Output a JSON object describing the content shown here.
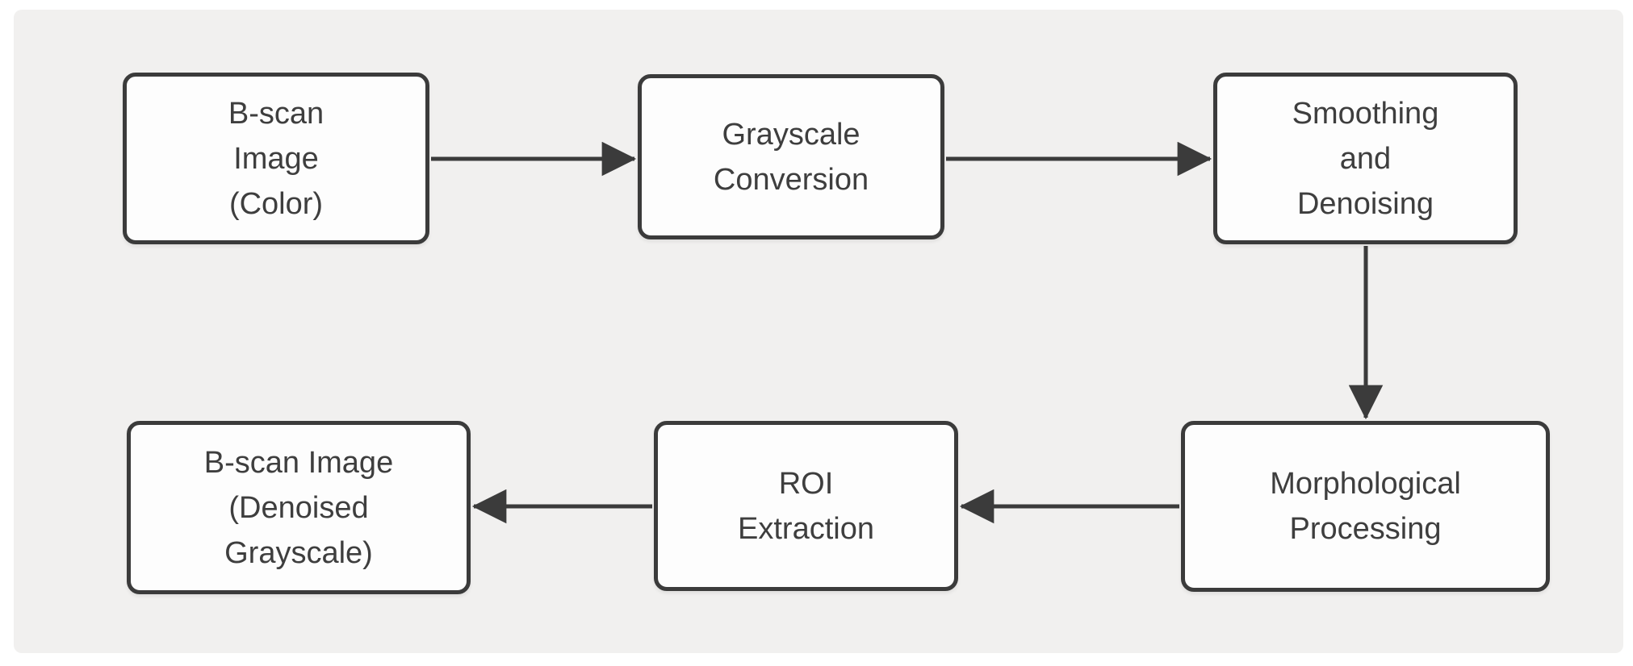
{
  "page": {
    "background": "#ffffff"
  },
  "canvas": {
    "background": "#f1f0ef"
  },
  "style": {
    "node_fill": "#fdfdfd",
    "node_border": "#3b3b3b",
    "text_color": "#3e3e3e",
    "arrow_color": "#3b3b3b"
  },
  "flowchart": {
    "nodes": [
      {
        "id": "bscan-color",
        "label": "B-scan\nImage\n(Color)"
      },
      {
        "id": "grayscale-conversion",
        "label": "Grayscale\nConversion"
      },
      {
        "id": "smoothing-denoising",
        "label": "Smoothing\nand\nDenoising"
      },
      {
        "id": "morphological-processing",
        "label": "Morphological\nProcessing"
      },
      {
        "id": "roi-extraction",
        "label": "ROI\nExtraction"
      },
      {
        "id": "bscan-denoised-grayscale",
        "label": "B-scan Image\n(Denoised\nGrayscale)"
      }
    ],
    "edges": [
      {
        "from": "bscan-color",
        "to": "grayscale-conversion",
        "direction": "right"
      },
      {
        "from": "grayscale-conversion",
        "to": "smoothing-denoising",
        "direction": "right"
      },
      {
        "from": "smoothing-denoising",
        "to": "morphological-processing",
        "direction": "down"
      },
      {
        "from": "morphological-processing",
        "to": "roi-extraction",
        "direction": "left"
      },
      {
        "from": "roi-extraction",
        "to": "bscan-denoised-grayscale",
        "direction": "left"
      }
    ]
  }
}
